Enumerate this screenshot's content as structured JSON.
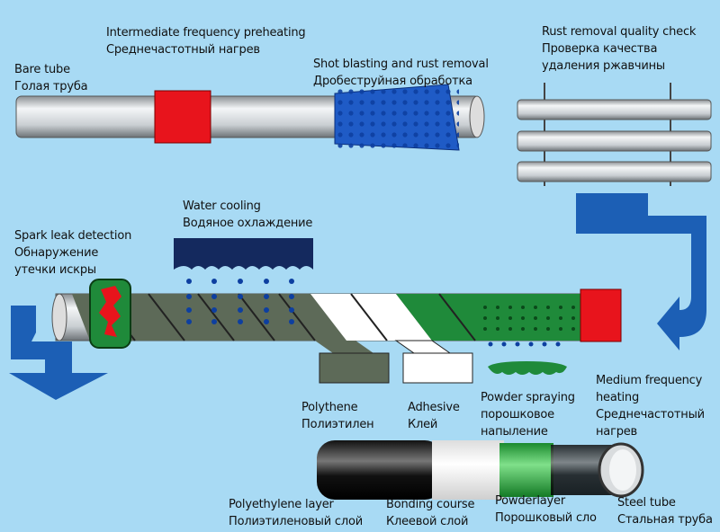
{
  "colors": {
    "background": "#a8daf4",
    "arrow": "#1c5fb5",
    "heater": "#e8141c",
    "polythene": "#5d6a58",
    "powder": "#1f8a3a",
    "water": "#14295e"
  },
  "labels": {
    "bare_tube": {
      "en": "Bare tube",
      "ru": "Голая труба"
    },
    "preheating": {
      "en": "Intermediate frequency preheating",
      "ru": "Среднечастотный нагрев"
    },
    "shot_blasting": {
      "en": "Shot blasting and rust removal",
      "ru": "Дробеструйная обработка"
    },
    "rust_check": {
      "en": "Rust removal quality check",
      "ru1": "Проверка качества",
      "ru2": "удаления ржавчины"
    },
    "water_cooling": {
      "en": "Water cooling",
      "ru": "Водяное охлаждение"
    },
    "spark": {
      "en": "Spark leak detection",
      "ru1": "Обнаружение",
      "ru2": "утечки искры"
    },
    "polythene": {
      "en": "Polythene",
      "ru": "Полиэтилен"
    },
    "adhesive": {
      "en": "Adhesive",
      "ru": "Клей"
    },
    "powder_spraying": {
      "en": "Powder spraying",
      "ru1": "порошковое",
      "ru2": "напыление"
    },
    "medium_heating": {
      "en1": "Medium frequency",
      "en2": "heating",
      "ru1": "Среднечастотный",
      "ru2": "нагрев"
    },
    "pe_layer": {
      "en": "Polyethylene layer",
      "ru": "Полиэтиленовый слой"
    },
    "bonding": {
      "en": "Bonding course",
      "ru": "Клеевой слой"
    },
    "powderlayer": {
      "en": "Powderlayer",
      "ru": "Порошковый сло"
    },
    "steel_tube": {
      "en": "Steel tube",
      "ru": "Стальная труба"
    }
  }
}
